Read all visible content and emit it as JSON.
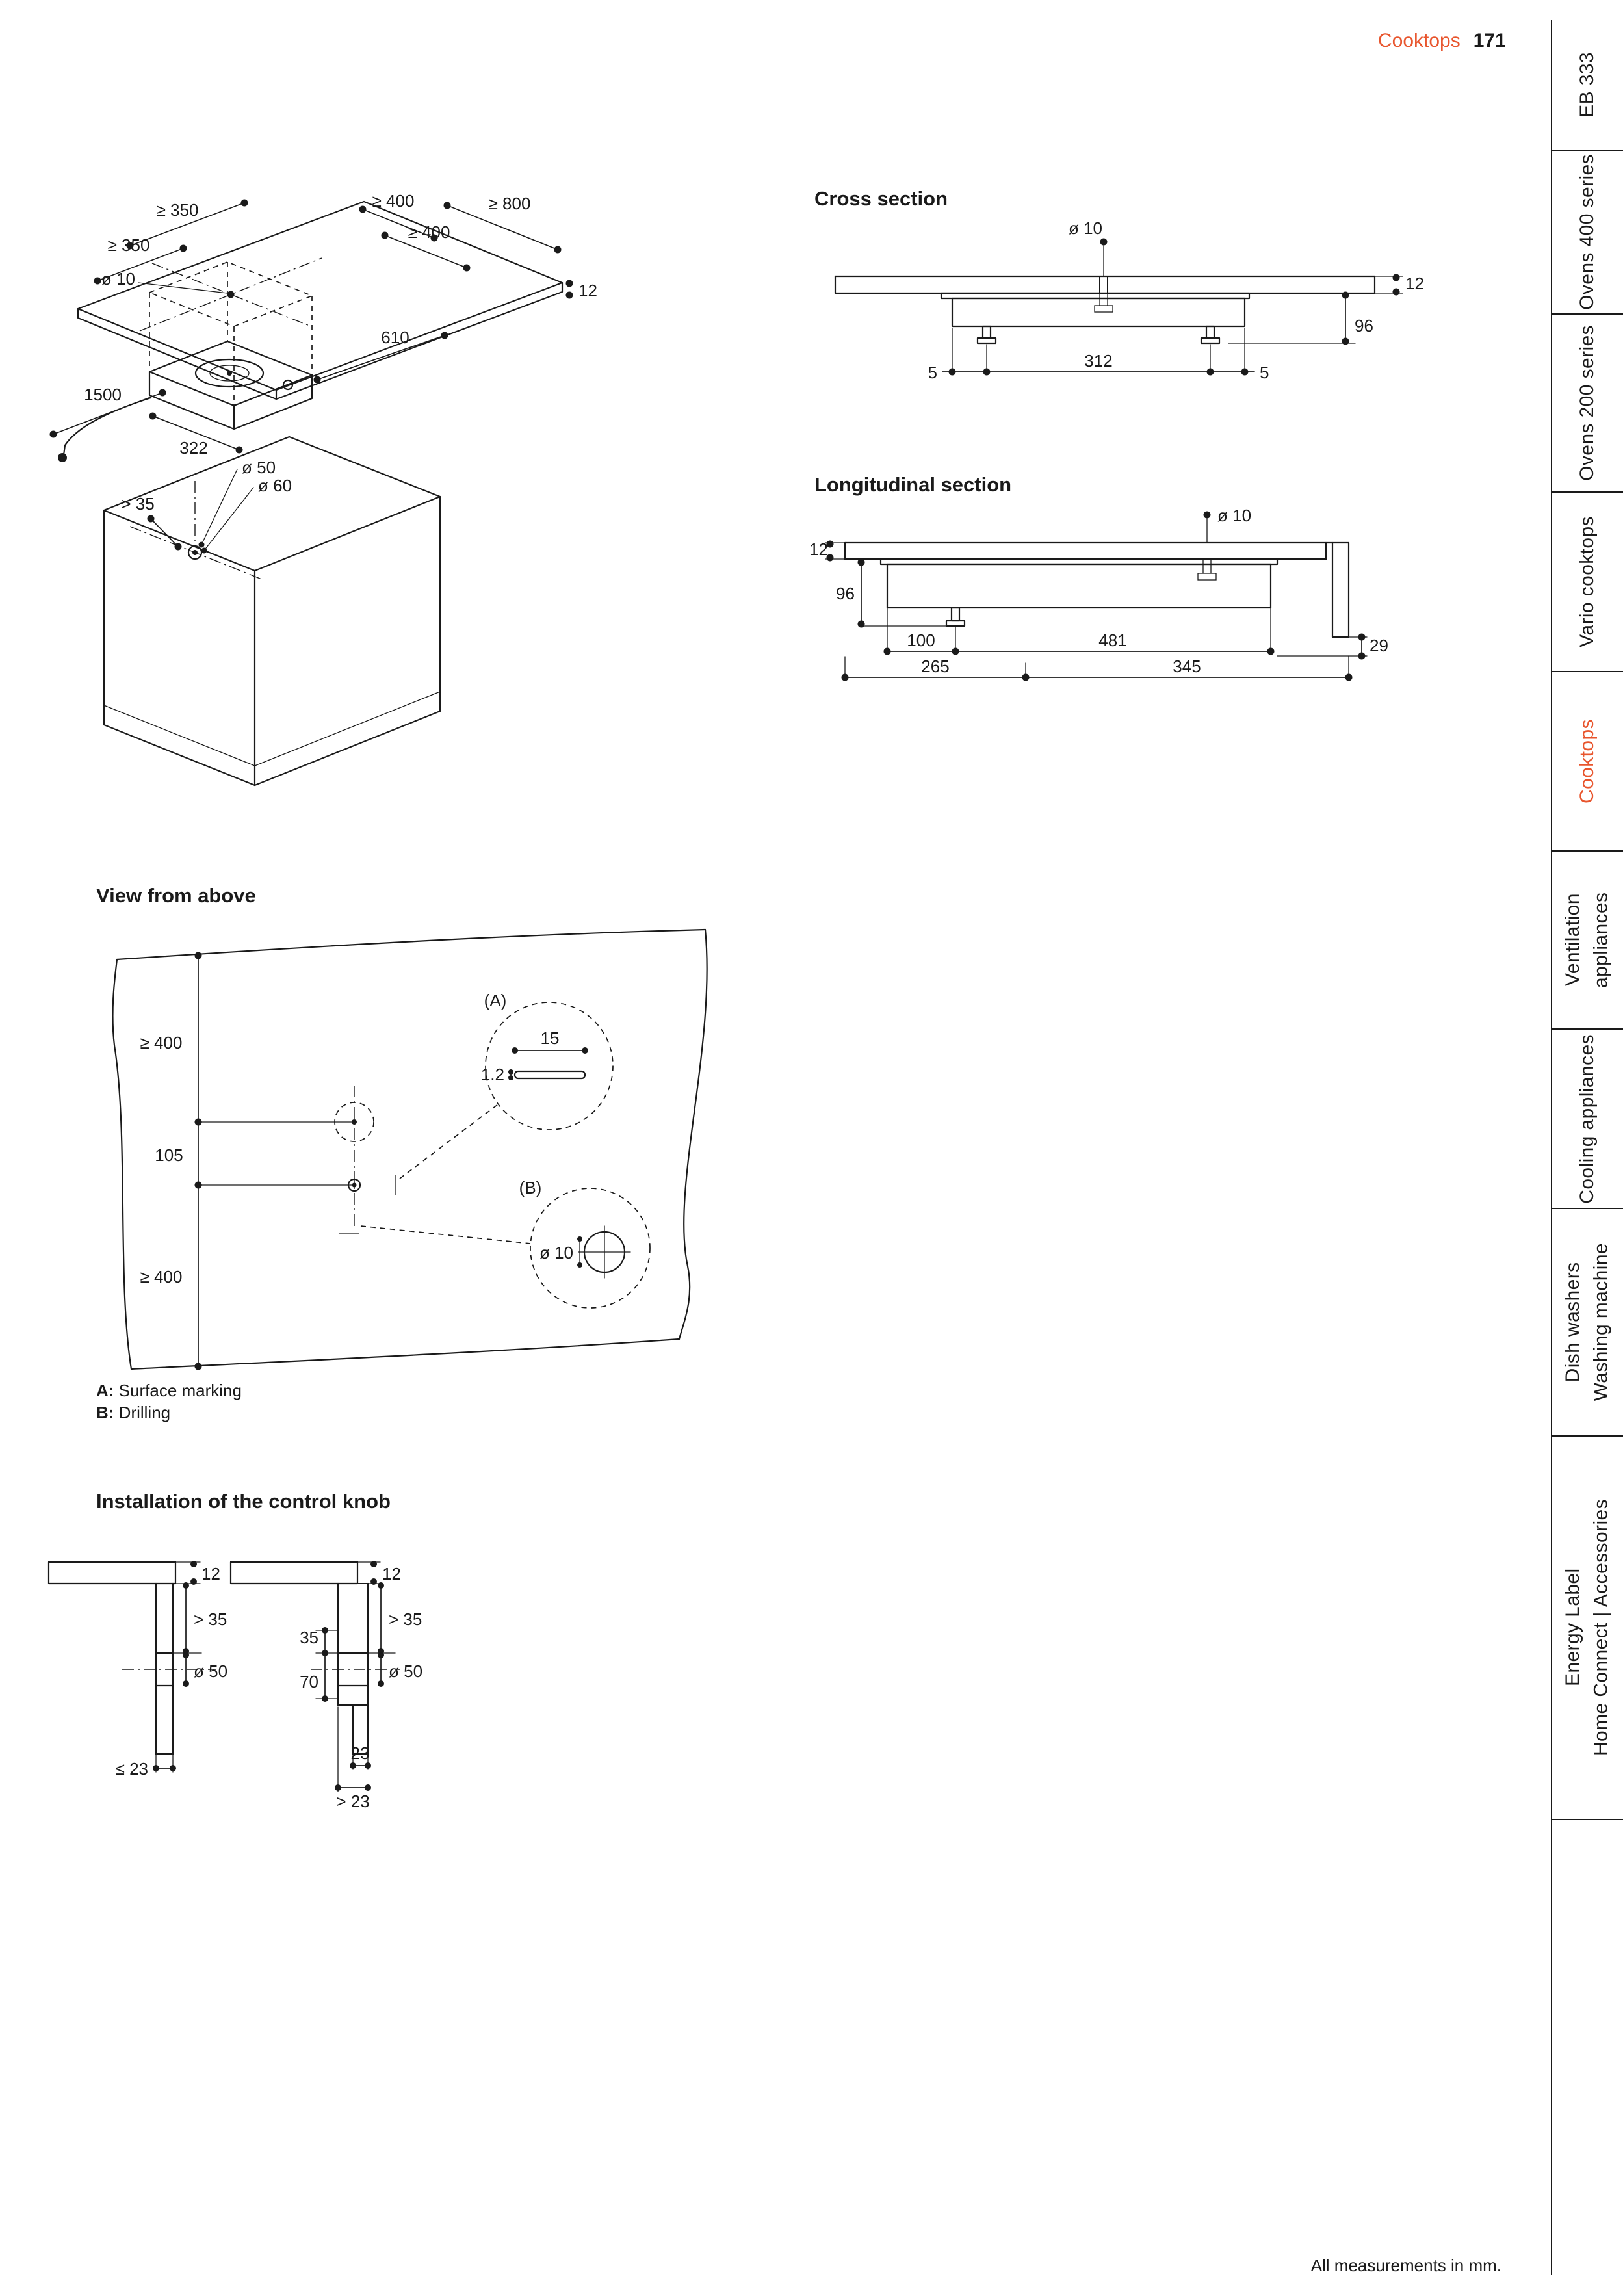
{
  "header": {
    "section_label": "Cooktops",
    "page_number": "171"
  },
  "sidebar": {
    "tabs": [
      {
        "lines": [
          "EB 333"
        ],
        "active": false
      },
      {
        "lines": [
          "Ovens 400 series"
        ],
        "active": false
      },
      {
        "lines": [
          "Ovens 200 series"
        ],
        "active": false
      },
      {
        "lines": [
          "Vario cooktops"
        ],
        "active": false
      },
      {
        "lines": [
          "Cooktops"
        ],
        "active": true
      },
      {
        "lines": [
          "Ventilation appliances"
        ],
        "active": false
      },
      {
        "lines": [
          "Cooling appliances"
        ],
        "active": false
      },
      {
        "lines": [
          "Dish washers",
          "Washing machine"
        ],
        "active": false
      },
      {
        "lines": [
          "Energy Label",
          "Home Connect | Accessories"
        ],
        "active": false
      }
    ]
  },
  "iso": {
    "dim_min350_outer": "≥ 350",
    "dim_min350_inner": "≥ 350",
    "dim_min400_back": "≥ 400",
    "dim_min800": "≥ 800",
    "dim_min400_front": "≥ 400",
    "dim_dia10": "ø 10",
    "dim_12": "12",
    "dim_610": "610",
    "dim_1500": "1500",
    "dim_322": "322",
    "dim_dia50": "ø 50",
    "dim_dia60": "ø 60",
    "dim_gt35": "> 35"
  },
  "cross_section": {
    "title": "Cross section",
    "dim_dia10": "ø 10",
    "dim_12": "12",
    "dim_96": "96",
    "dim_5_left": "5",
    "dim_312": "312",
    "dim_5_right": "5"
  },
  "longitudinal_section": {
    "title": "Longitudinal section",
    "dim_dia10": "ø 10",
    "dim_12": "12",
    "dim_96": "96",
    "dim_100": "100",
    "dim_481": "481",
    "dim_29": "29",
    "dim_265": "265",
    "dim_345": "345"
  },
  "view_from_above": {
    "title": "View from above",
    "dim_min400_top": "≥ 400",
    "dim_105": "105",
    "dim_min400_bottom": "≥ 400",
    "detail_a_label": "(A)",
    "dim_1_2": "1.2",
    "dim_15": "15",
    "detail_b_label": "(B)",
    "dim_dia10": "ø 10",
    "legend_a_key": "A:",
    "legend_a_text": "Surface marking",
    "legend_b_key": "B:",
    "legend_b_text": "Drilling"
  },
  "knob_installation": {
    "title": "Installation of the control knob",
    "left": {
      "dim_12": "12",
      "dim_gt35": "> 35",
      "dim_dia50": "ø 50",
      "dim_le23": "≤ 23"
    },
    "right": {
      "dim_12": "12",
      "dim_gt35": "> 35",
      "dim_35": "35",
      "dim_70": "70",
      "dim_dia50": "ø 50",
      "dim_23": "23",
      "dim_gt23": "> 23"
    }
  },
  "footer": {
    "note": "All measurements in mm."
  }
}
